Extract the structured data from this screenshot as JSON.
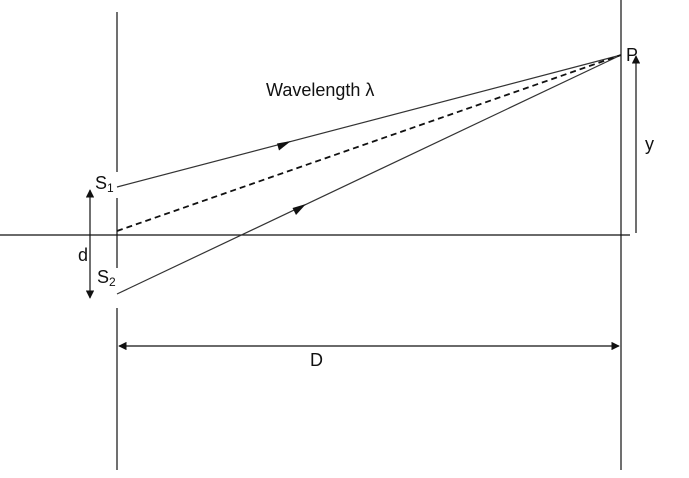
{
  "labels": {
    "wavelength": "Wavelength λ",
    "point": "P",
    "height": "y",
    "source1_letter": "S",
    "source1_sub": "1",
    "source2_letter": "S",
    "source2_sub": "2",
    "separation": "d",
    "distance": "D"
  },
  "colors": {
    "ink": "#111111",
    "ray": "#333333",
    "background": "#ffffff"
  }
}
